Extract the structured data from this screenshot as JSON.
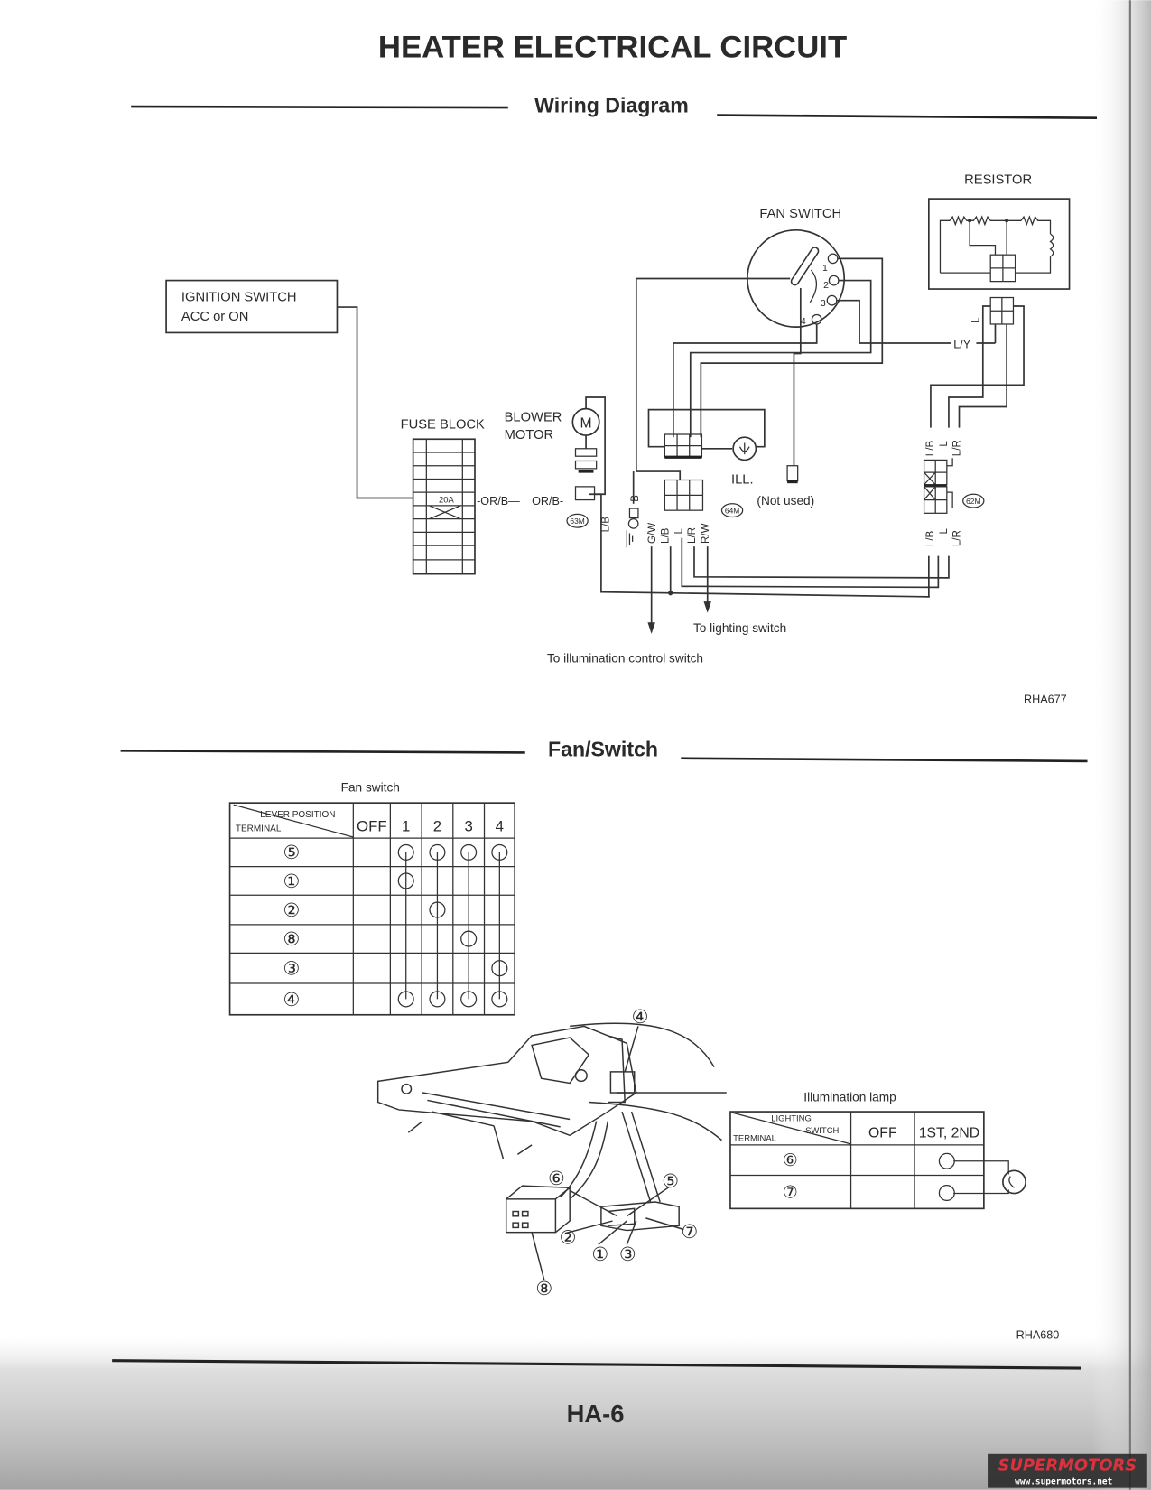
{
  "page": {
    "title": "HEATER ELECTRICAL CIRCUIT",
    "page_number": "HA-6",
    "watermark": {
      "brand": "SUPERMOTORS",
      "url": "www.supermotors.net"
    }
  },
  "wiring_section": {
    "heading": "Wiring Diagram",
    "figure_code": "RHA677",
    "components": {
      "ignition_switch": [
        "IGNITION SWITCH",
        "ACC or ON"
      ],
      "fuse_block": "FUSE BLOCK",
      "fuse_rating": "20A",
      "blower_motor": [
        "BLOWER",
        "MOTOR"
      ],
      "motor_symbol": "M",
      "fan_switch": "FAN SWITCH",
      "resistor": "RESISTOR",
      "illumination": "ILL.",
      "not_used": "(Not used)"
    },
    "switch_terminals": [
      "1",
      "2",
      "3",
      "4"
    ],
    "wire_labels": {
      "or_b_1": "-OR/B—",
      "or_b_2": "OR/B-",
      "l_y": "L/Y",
      "b": "B",
      "g_w": "G/W",
      "l_b": "L/B",
      "l": "L",
      "l_r": "L/R",
      "r_w": "R/W"
    },
    "connectors": [
      "63M",
      "64M",
      "62M"
    ],
    "destinations": {
      "lighting": "To lighting switch",
      "illumination": "To illumination control switch"
    }
  },
  "fan_switch_section": {
    "heading": "Fan/Switch",
    "figure_code": "RHA680",
    "fan_switch_table": {
      "caption": "Fan switch",
      "header_top": "LEVER POSITION",
      "header_bottom": "TERMINAL",
      "columns": [
        "OFF",
        "1",
        "2",
        "3",
        "4"
      ],
      "rows": [
        {
          "terminal": "⑤",
          "on": [
            false,
            true,
            true,
            true,
            true
          ]
        },
        {
          "terminal": "①",
          "on": [
            false,
            true,
            false,
            false,
            false
          ]
        },
        {
          "terminal": "②",
          "on": [
            false,
            false,
            true,
            false,
            false
          ]
        },
        {
          "terminal": "⑧",
          "on": [
            false,
            false,
            false,
            true,
            false
          ]
        },
        {
          "terminal": "③",
          "on": [
            false,
            false,
            false,
            false,
            true
          ]
        },
        {
          "terminal": "④",
          "on": [
            false,
            true,
            true,
            true,
            true
          ]
        }
      ]
    },
    "illumination_table": {
      "caption": "Illumination lamp",
      "header_top": "LIGHTING SWITCH",
      "header_top_lines": [
        "LIGHTING",
        "SWITCH"
      ],
      "header_bottom": "TERMINAL",
      "columns": [
        "OFF",
        "1ST, 2ND"
      ],
      "rows": [
        {
          "terminal": "⑥",
          "on": [
            false,
            true
          ]
        },
        {
          "terminal": "⑦",
          "on": [
            false,
            true
          ]
        }
      ]
    },
    "illustration_callouts": [
      "④",
      "⑥",
      "⑤",
      "②",
      "⑦",
      "①",
      "③",
      "⑧"
    ]
  }
}
